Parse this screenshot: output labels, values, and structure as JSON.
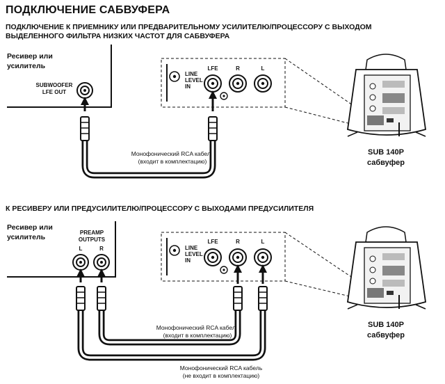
{
  "title": "ПОДКЛЮЧЕНИЕ САБВУФЕРА",
  "section1": {
    "heading_line1": "ПОДКЛЮЧЕНИЕ К ПРИЕМНИКУ ИЛИ ПРЕДВАРИТЕЛЬНОМУ УСИЛИТЕЛЮ/ПРОЦЕССОРУ С ВЫХОДОМ",
    "heading_line2": "ВЫДЕЛЕННОГО ФИЛЬТРА НИЗКИХ ЧАСТОТ ДЛЯ САБВУФЕРА",
    "receiver_line1": "Ресивер или",
    "receiver_line2": "усилитель",
    "sub_out_line1": "SUBWOOFER",
    "sub_out_line2": "LFE OUT",
    "line_level_line1": "LINE",
    "line_level_line2": "LEVEL",
    "line_level_line3": "IN",
    "jack_lfe": "LFE",
    "jack_r": "R",
    "jack_l": "L",
    "cable_line1": "Монофонический RCA кабель",
    "cable_line2": "(входит в комплектацию)",
    "model_name": "SUB 140P",
    "model_type": "сабвуфер"
  },
  "section2": {
    "heading": "К РЕСИВЕРУ ИЛИ ПРЕДУСИЛИТЕЛЮ/ПРОЦЕССОРУ С ВЫХОДАМИ ПРЕДУСИЛИТЕЛЯ",
    "receiver_line1": "Ресивер или",
    "receiver_line2": "усилитель",
    "preamp_line1": "PREAMP",
    "preamp_line2": "OUTPUTS",
    "out_l": "L",
    "out_r": "R",
    "line_level_line1": "LINE",
    "line_level_line2": "LEVEL",
    "line_level_line3": "IN",
    "jack_lfe": "LFE",
    "jack_r": "R",
    "jack_l": "L",
    "cable1_line1": "Монофонический RCA кабель",
    "cable1_line2": "(входит в комплектацию)",
    "cable2_line1": "Монофонический RCA кабель",
    "cable2_line2": "(не входит в комплектацию)",
    "model_name": "SUB 140P",
    "model_type": "сабвуфер"
  }
}
